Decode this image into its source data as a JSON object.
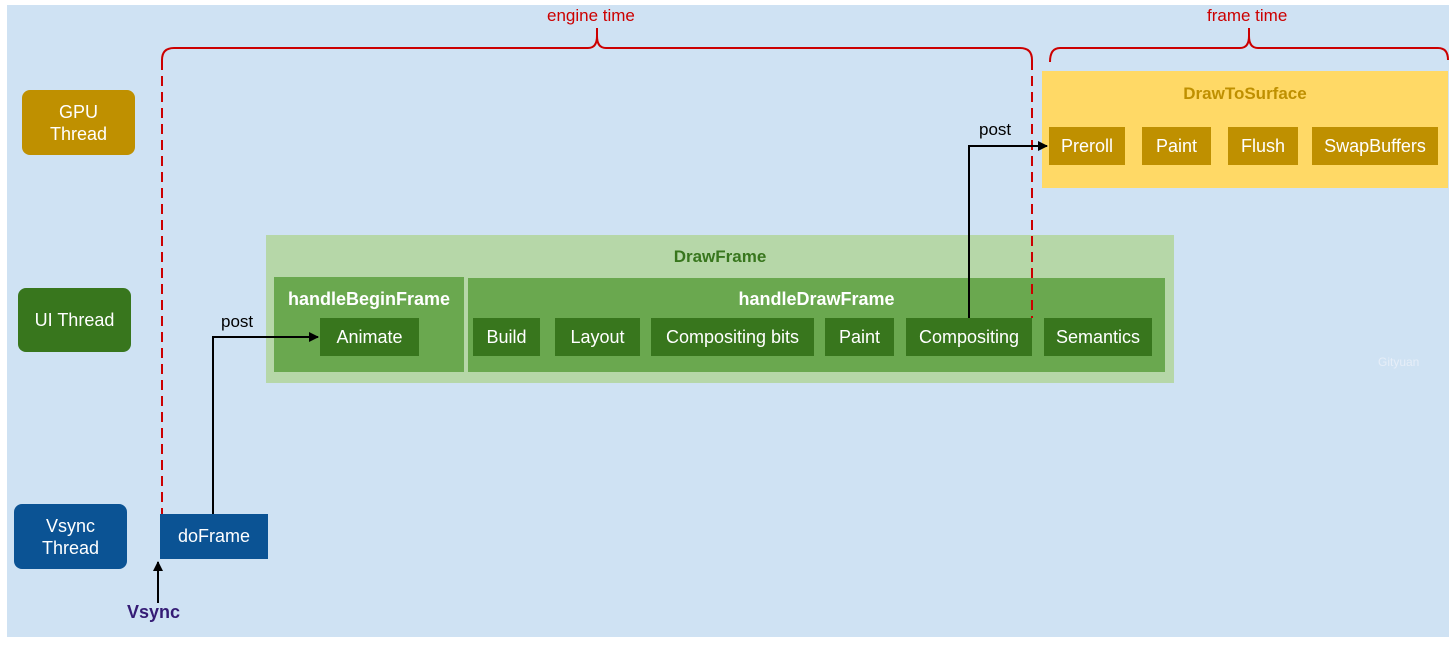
{
  "threads": {
    "gpu": {
      "label_line1": "GPU",
      "label_line2": "Thread",
      "color": "#bf9000"
    },
    "ui": {
      "label": "UI Thread",
      "color": "#38761d"
    },
    "vsync": {
      "label_line1": "Vsync",
      "label_line2": "Thread",
      "color": "#0b5394"
    }
  },
  "brackets": {
    "engine_time": "engine time",
    "frame_time": "frame time",
    "color": "#cc0000"
  },
  "gpu_group": {
    "title": "DrawToSurface",
    "steps": [
      "Preroll",
      "Paint",
      "Flush",
      "SwapBuffers"
    ],
    "group_color": "#ffd966",
    "step_color": "#bf9000"
  },
  "ui_group": {
    "title": "DrawFrame",
    "begin_frame": {
      "title": "handleBeginFrame",
      "steps": [
        "Animate"
      ]
    },
    "draw_frame": {
      "title": "handleDrawFrame",
      "steps": [
        "Build",
        "Layout",
        "Compositing bits",
        "Paint",
        "Compositing",
        "Semantics"
      ]
    },
    "outer_color": "#b6d7a8",
    "inner_color": "#6aa84f",
    "step_color": "#38761d"
  },
  "vsync_box": {
    "label": "doFrame",
    "color": "#0b5394"
  },
  "vsync_signal": {
    "label": "Vsync",
    "color": "#351c75"
  },
  "arrows": {
    "post_ui": "post",
    "post_gpu": "post"
  },
  "watermark": "Gityuan"
}
